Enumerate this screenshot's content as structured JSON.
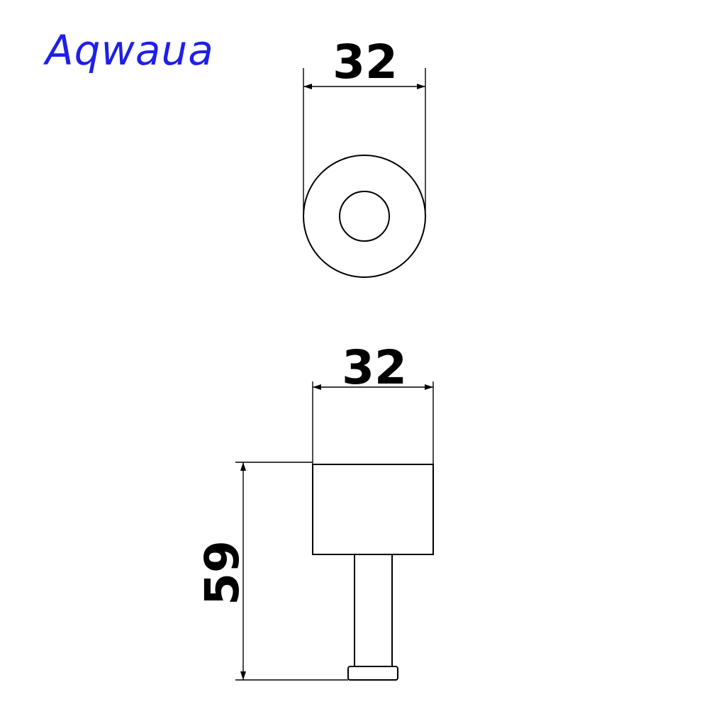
{
  "brand": {
    "logo_text": "Aqwaua",
    "color": "#1f1fe8"
  },
  "top_view": {
    "width_dimension": "32"
  },
  "side_view": {
    "width_dimension": "32",
    "height_dimension": "59"
  }
}
